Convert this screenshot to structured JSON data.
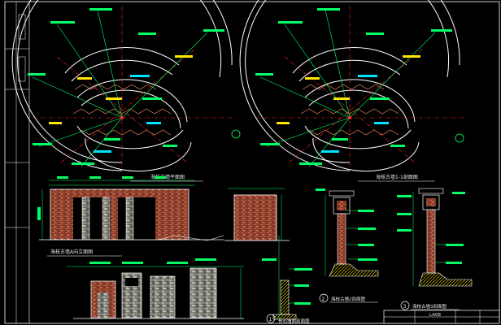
{
  "titles": {
    "plan_left": "海枝古墙平面图",
    "plan_right": "海枝古墙1-1剖面图",
    "elev_left": "海枝古墙A向立面图",
    "section_2": "海枝古墙2剖面图",
    "section_3": "海枝古墙3剖面图",
    "section_1": "青石墙面剖面图"
  },
  "markers": {
    "m1": "1",
    "m2": "2",
    "m3": "3"
  },
  "title_block": {
    "label": "LA08"
  },
  "colors": {
    "background": "#000000",
    "arc": "#ffffff",
    "dim": "#00ff66",
    "cyan": "#00e5ff",
    "red": "#ff2a2a",
    "yellow": "#ffe600",
    "magenta": "#ff4dff",
    "brick": "#b0503a",
    "stone": "#9a9a8e"
  }
}
